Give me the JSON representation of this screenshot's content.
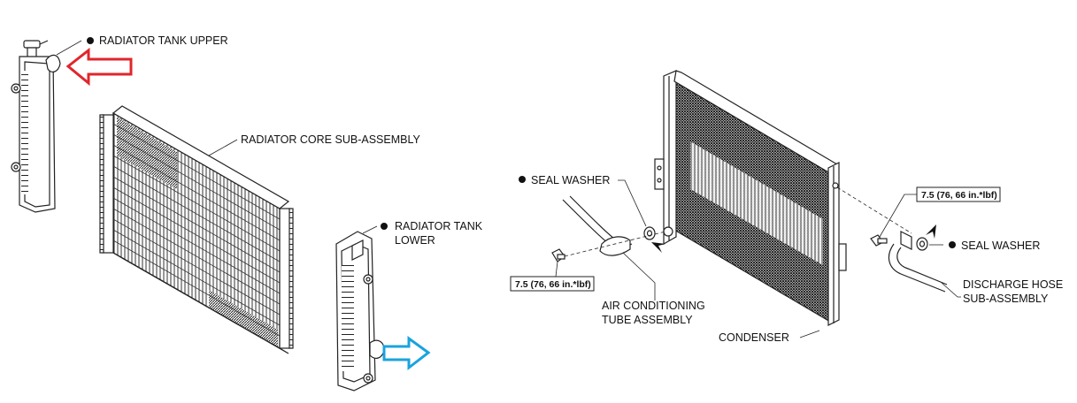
{
  "labels": {
    "radiator_tank_upper": "RADIATOR TANK UPPER",
    "radiator_core": "RADIATOR CORE SUB-ASSEMBLY",
    "radiator_tank_lower_1": "RADIATOR TANK",
    "radiator_tank_lower_2": "LOWER",
    "seal_washer_left": "SEAL WASHER",
    "seal_washer_right": "SEAL WASHER",
    "ac_tube_1": "AIR CONDITIONING",
    "ac_tube_2": "TUBE ASSEMBLY",
    "condenser": "CONDENSER",
    "discharge_hose_1": "DISCHARGE HOSE",
    "discharge_hose_2": "SUB-ASSEMBLY"
  },
  "torque": {
    "left": "7.5 (76, 66 in.*lbf)",
    "right": "7.5 (76, 66 in.*lbf)"
  },
  "colors": {
    "install_arrow": "#e0262b",
    "remove_arrow": "#1aa3dd",
    "line": "#222222"
  }
}
